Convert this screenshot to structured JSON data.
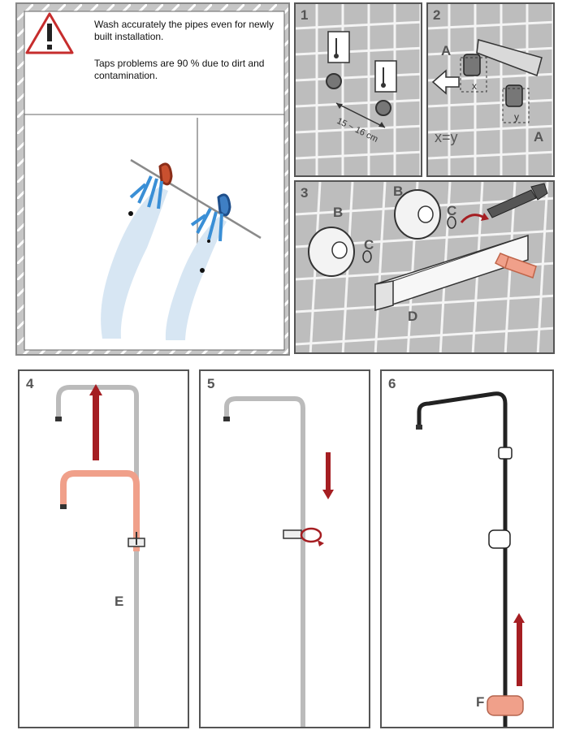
{
  "warning": {
    "icon": "warning-triangle-icon",
    "line1": "Wash accurately the pipes even for newly built installation.",
    "line2": "Taps problems are 90 % due to dirt and contamination."
  },
  "steps": {
    "s1": {
      "number": "1",
      "distance": "15 ~ 16 cm"
    },
    "s2": {
      "number": "2",
      "label_a_top": "A",
      "label_a_bottom": "A",
      "x": "x",
      "y": "y",
      "equation": "x=y"
    },
    "s3": {
      "number": "3",
      "label_b1": "B",
      "label_b2": "B",
      "label_c1": "C",
      "label_c2": "C",
      "label_d": "D"
    },
    "s4": {
      "number": "4",
      "label_e": "E"
    },
    "s5": {
      "number": "5"
    },
    "s6": {
      "number": "6",
      "label_f": "F"
    }
  },
  "colors": {
    "tile_bg": "#bdbdbd",
    "tile_line": "#f4f4f4",
    "accent_red": "#a51e22",
    "salmon": "#f0a08a",
    "water_blue": "#3a8fd6"
  }
}
